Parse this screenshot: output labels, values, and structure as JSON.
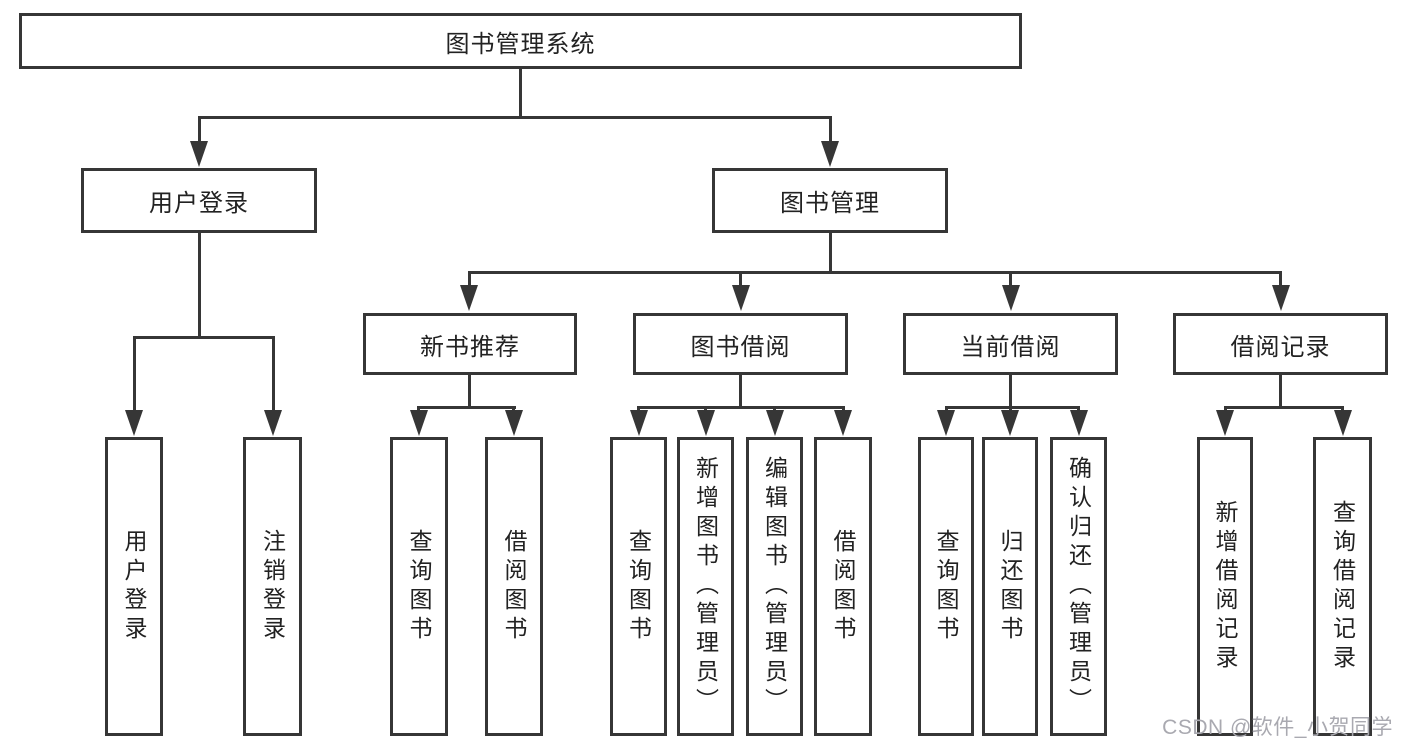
{
  "root": {
    "label": "图书管理系统"
  },
  "modules": {
    "user_login": {
      "label": "用户登录"
    },
    "book_mgmt": {
      "label": "图书管理"
    }
  },
  "submodules": {
    "new_book_rec": {
      "label": "新书推荐"
    },
    "book_borrow": {
      "label": "图书借阅"
    },
    "current_borrow": {
      "label": "当前借阅"
    },
    "borrow_records": {
      "label": "借阅记录"
    }
  },
  "functions": {
    "user_login": {
      "login": "用户登录",
      "logout": "注销登录"
    },
    "new_book_rec": {
      "query": "查询图书",
      "borrow": "借阅图书"
    },
    "book_borrow": {
      "query": "查询图书",
      "add": "新增图书（管理员）",
      "edit": "编辑图书（管理员）",
      "borrow": "借阅图书"
    },
    "current_borrow": {
      "query": "查询图书",
      "return": "归还图书",
      "confirm": "确认归还（管理员）"
    },
    "borrow_records": {
      "add_record": "新增借阅记录",
      "query_record": "查询借阅记录"
    }
  },
  "watermark": "CSDN @软件_小贺同学",
  "colors": {
    "line": "#363636",
    "text": "#222222",
    "background": "#ffffff",
    "watermark": "#a9a9b0"
  }
}
